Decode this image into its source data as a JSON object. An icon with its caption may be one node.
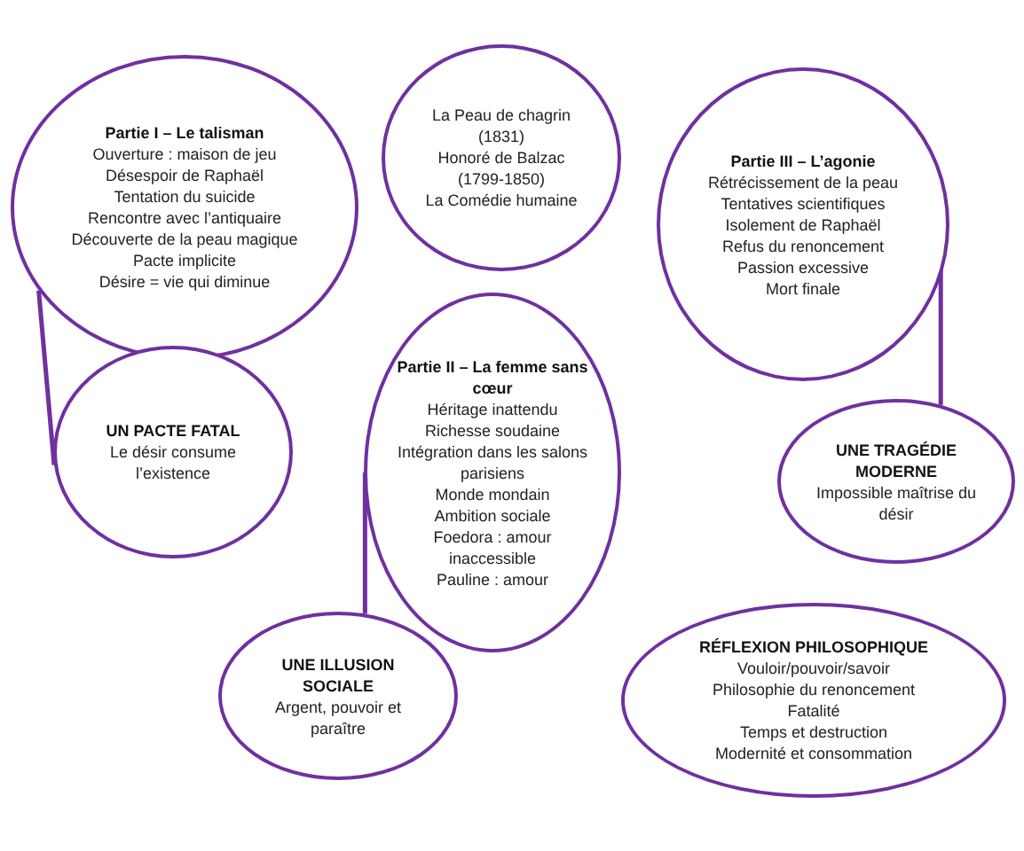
{
  "diagram": {
    "nodes": [
      {
        "text": [
          "Partie I – Le talisman",
          "Ouverture : maison de jeu",
          "Désespoir de Raphaël",
          "Tentation du suicide",
          "Rencontre avec l’antiquaire",
          "Découverte de la peau magique",
          "Pacte implicite",
          "Désire = vie qui diminue"
        ]
      },
      {
        "text": [
          "UN PACTE FATAL",
          "Le désir consume l’existence"
        ]
      },
      {
        "text": [
          "La Peau de chagrin (1831)",
          "Honoré de Balzac (1799-1850)",
          "La Comédie humaine"
        ]
      },
      {
        "text": [
          "Partie II – La femme sans cœur",
          "Héritage inattendu",
          "Richesse soudaine",
          "Intégration dans les salons parisiens",
          "Monde mondain",
          "Ambition sociale",
          "Foedora : amour inaccessible",
          "Pauline : amour"
        ]
      },
      {
        "text": [
          "UNE ILLUSION SOCIALE",
          "Argent, pouvoir et paraître"
        ]
      },
      {
        "text": [
          "Partie III – L’agonie",
          "Rétrécissement de la peau",
          "Tentatives scientifiques",
          "Isolement de Raphaël",
          "Refus du renoncement",
          "Passion excessive",
          "Mort finale"
        ]
      },
      {
        "text": [
          "UNE TRAGÉDIE MODERNE",
          "Impossible maîtrise du désir"
        ]
      },
      {
        "text": [
          "RÉFLEXION PHILOSOPHIQUE",
          "Vouloir/pouvoir/savoir",
          "Philosophie du renoncement",
          "Fatalité",
          "Temps et destruction",
          "Modernité et consommation"
        ]
      }
    ],
    "edges": [
      {
        "from": 0,
        "to": 1,
        "arrow": "none"
      },
      {
        "from": 3,
        "to": 4,
        "arrow": "none"
      },
      {
        "from": 5,
        "to": 6,
        "arrow": "none"
      }
    ]
  }
}
